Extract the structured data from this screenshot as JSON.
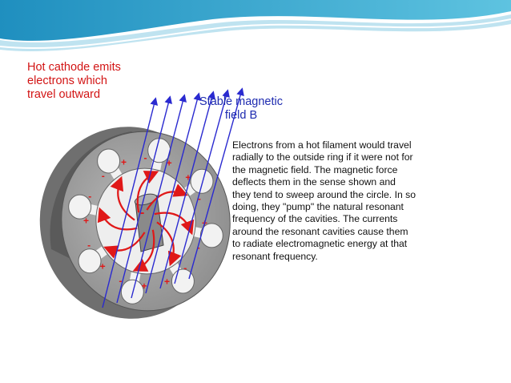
{
  "slide": {
    "colors": {
      "wave_dark": "#2aa3c9",
      "wave_light": "#bfe3f0",
      "label_red": "#d21414",
      "label_blue": "#1e2bb0",
      "arrow_red": "#e01818",
      "field_blue": "#2a2ad0",
      "metal_body": "#9a9a9a"
    }
  },
  "diagram": {
    "label_hot_cathode": "Hot cathode emits\nelectrons which\ntravel outward",
    "label_magnetic_field": "Stable magnetic\nfield B",
    "explanation": "Electrons from a hot filament would travel radially to the outside ring if it were not for the magnetic field. The magnetic force deflects them in the sense shown and they tend to sweep around the circle. In so doing, they \"pump\" the natural resonant frequency of the cavities. The currents around the resonant cavities cause them to radiate electromagnetic energy at that resonant frequency.",
    "charge_signs": [
      "-",
      "+",
      "+",
      "-",
      "+",
      "-",
      "-",
      "+",
      "+",
      "-",
      "+",
      "-",
      "+",
      "-",
      "-",
      "+"
    ],
    "cathode_sign": "-"
  }
}
